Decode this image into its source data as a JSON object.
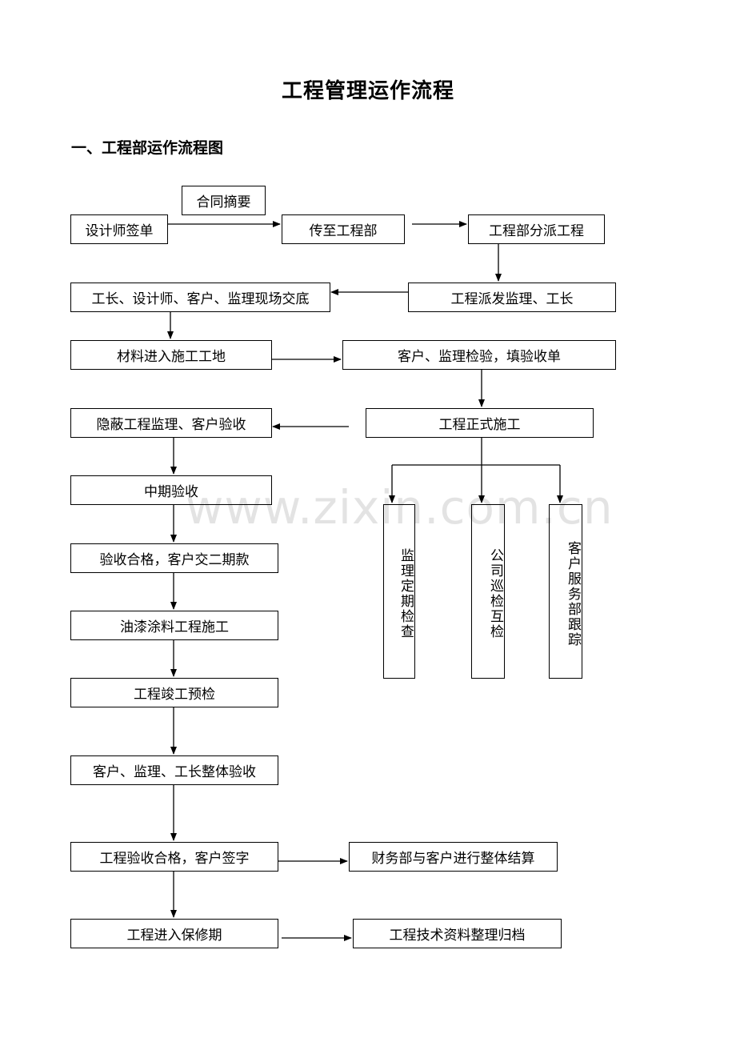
{
  "page": {
    "title": "工程管理运作流程",
    "section_heading": "一、工程部运作流程图"
  },
  "nodes": {
    "contract_summary": "合同摘要",
    "designer_signing": "设计师签单",
    "pass_to_dept": "传至工程部",
    "dept_assigns": "工程部分派工程",
    "onsite_handover": "工长、设计师、客户、监理现场交底",
    "assign_supervisor": "工程派发监理、工长",
    "materials_enter": "材料进入施工工地",
    "inspection_form": "客户、监理检验，填验收单",
    "concealed_acceptance": "隐蔽工程监理、客户验收",
    "formal_construction": "工程正式施工",
    "supervisor_check": "监理定期检查",
    "company_patrol": "公司巡检互检",
    "service_followup": "客户服务部跟踪",
    "midterm_acceptance": "中期验收",
    "second_payment": "验收合格，客户交二期款",
    "paint_coating": "油漆涂料工程施工",
    "completion_precheck": "工程竣工预检",
    "overall_acceptance": "客户、监理、工长整体验收",
    "accepted_signed": "工程验收合格，客户签字",
    "final_settlement": "财务部与客户进行整体结算",
    "warranty_period": "工程进入保修期",
    "archive_docs": "工程技术资料整理归档"
  },
  "watermark": "www.zixin.com.cn",
  "colors": {
    "line": "#000000",
    "box_border": "#000000",
    "background": "#ffffff"
  }
}
